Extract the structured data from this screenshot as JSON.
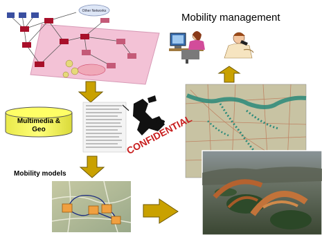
{
  "title": "Mobility management",
  "database_label": "Multimedia & Geo",
  "mobility_models_label": "Mobility models",
  "confidential_stamp": "CONFIDENTIAL",
  "network_cloud_label": "Other Networks",
  "colors": {
    "arrow_fill": "#c9a100",
    "arrow_stroke": "#6e5800",
    "database_fill": "#ffff66",
    "network_plane": "#f3c2d6",
    "network_node": "#a8102a",
    "stamp_red": "#c81e1e"
  },
  "icons": [
    "operator-at-computer-icon",
    "user-with-phone-icon",
    "spy-figure-icon"
  ]
}
